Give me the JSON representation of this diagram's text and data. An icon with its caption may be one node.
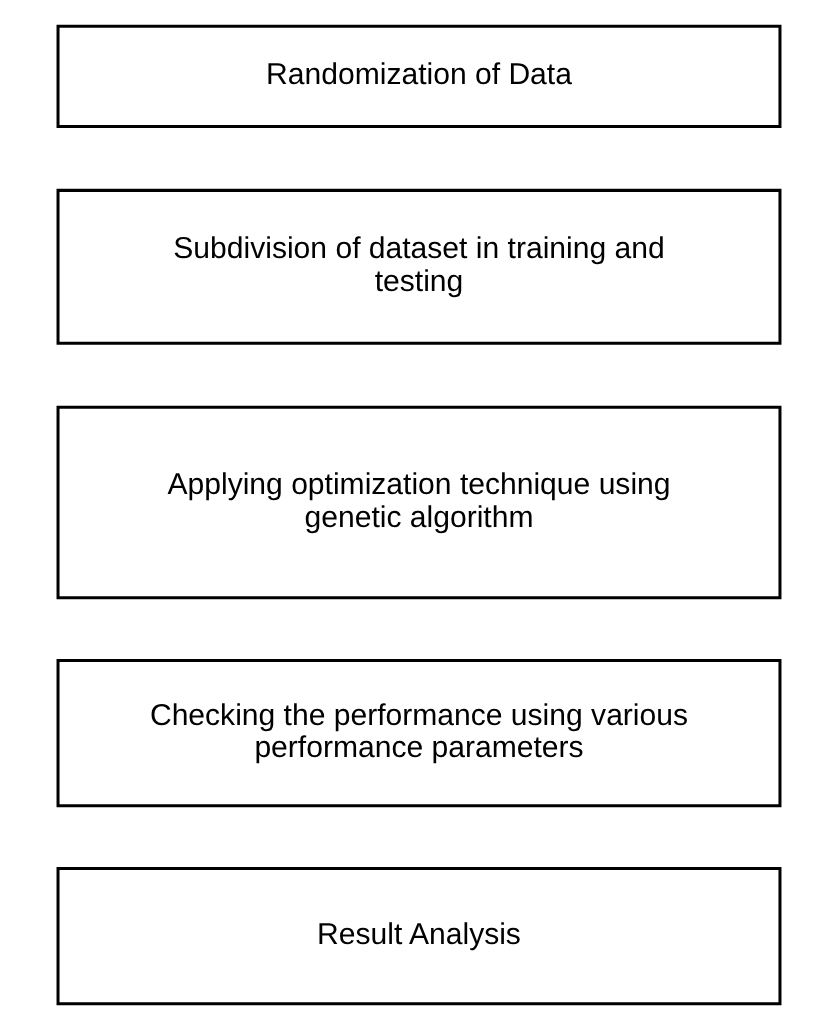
{
  "diagram": {
    "nodes": [
      {
        "text": [
          "Randomization of Data"
        ]
      },
      {
        "text": [
          "Subdivision of dataset in training and testing"
        ]
      },
      {
        "text": [
          "Applying optimization technique using genetic algorithm"
        ]
      },
      {
        "text": [
          "Checking the performance using various performance parameters"
        ]
      },
      {
        "text": [
          "Result Analysis"
        ]
      }
    ]
  }
}
